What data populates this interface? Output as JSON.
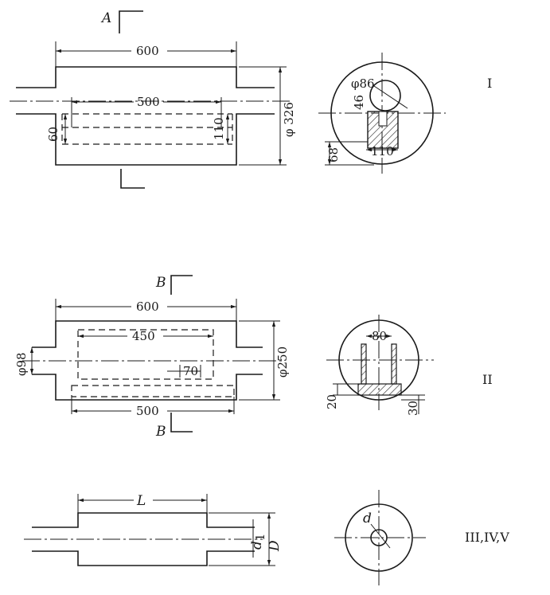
{
  "fig1": {
    "section_label": "A",
    "dim_length": "600",
    "dim_inner": "500",
    "dim_diameter": "φ 326",
    "dim_left_offset": "60",
    "dim_right_offset": "110",
    "end_dim_hole": "φ86",
    "end_dim_46": "46",
    "end_dim_68": "68",
    "end_dim_110": "110",
    "numeral": "I"
  },
  "fig2": {
    "section_label_top": "B",
    "section_label_bottom": "B",
    "dim_length": "600",
    "dim_inner": "450",
    "dim_bottom": "500",
    "dim_70": "70",
    "dim_left_dia": "φ98",
    "dim_right_dia": "φ250",
    "end_dim_80": "80",
    "end_dim_20": "20",
    "end_dim_30": "30",
    "numeral": "II"
  },
  "fig3": {
    "dim_length": "L",
    "dim_d1": "d",
    "dim_d1_sub": "1",
    "dim_D": "D",
    "end_dim_d": "d",
    "numeral": "III,IV,V"
  }
}
